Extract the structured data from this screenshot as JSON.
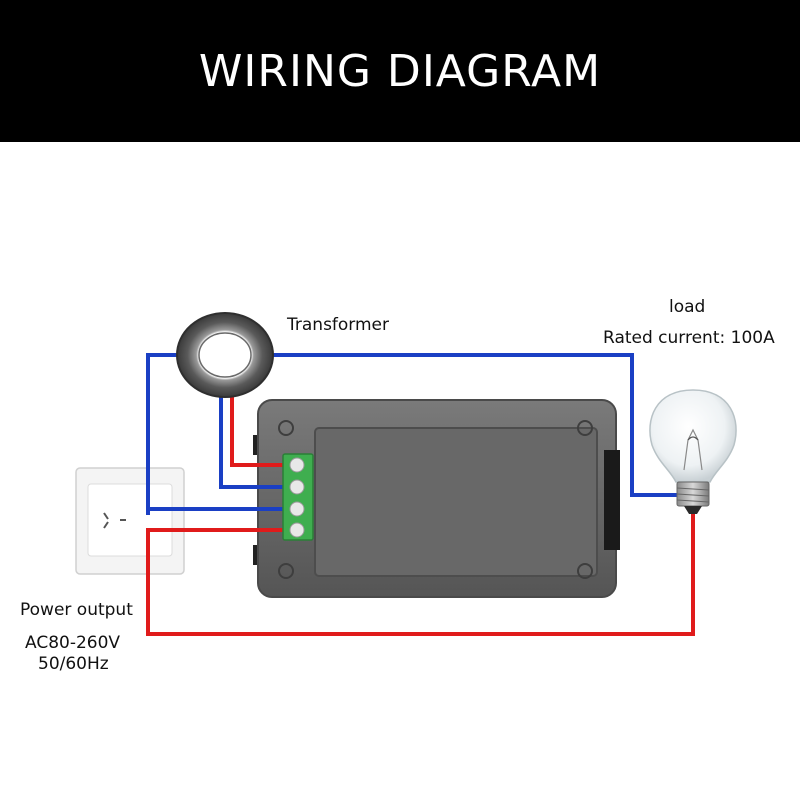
{
  "header": {
    "title": "WIRING DIAGRAM"
  },
  "labels": {
    "transformer": "Transformer",
    "load": "load",
    "rated_current": "Rated current: 100A",
    "power_output": "Power output",
    "voltage": "AC80-260V",
    "frequency": "50/60Hz"
  },
  "colors": {
    "live_wire": "#e01b1b",
    "neutral_wire": "#1a3fc4",
    "meter_body": "#6e6e6e",
    "terminal_block": "#3fae4f",
    "banner": "#000000"
  }
}
